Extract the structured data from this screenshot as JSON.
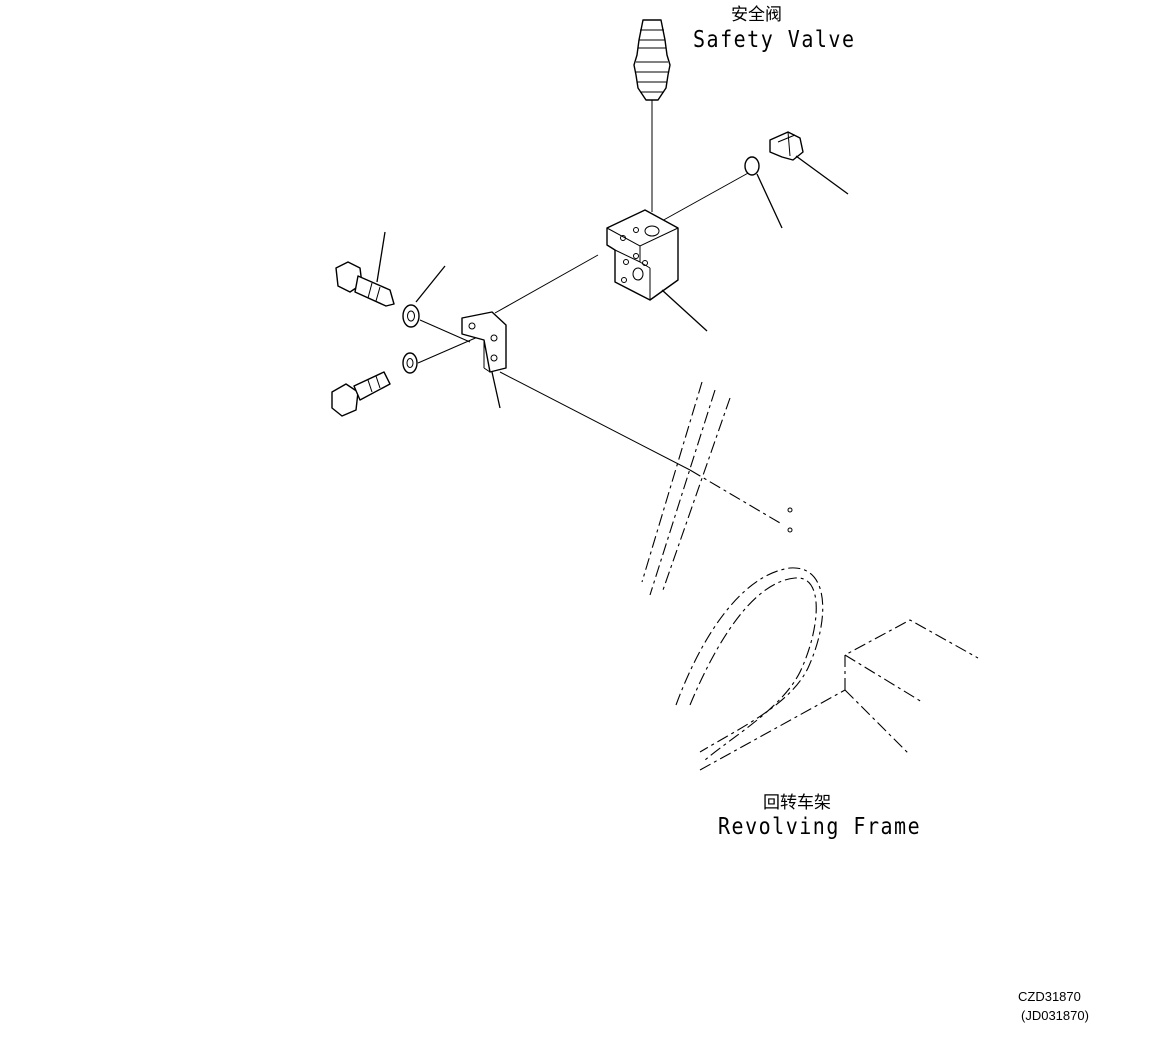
{
  "labels": {
    "safety_valve_cn": "安全阀",
    "safety_valve_en": "Safety Valve",
    "revolving_frame_cn": "回转车架",
    "revolving_frame_en": "Revolving Frame"
  },
  "drawing_codes": {
    "code": "CZD31870",
    "alt_code": "(JD031870)"
  }
}
